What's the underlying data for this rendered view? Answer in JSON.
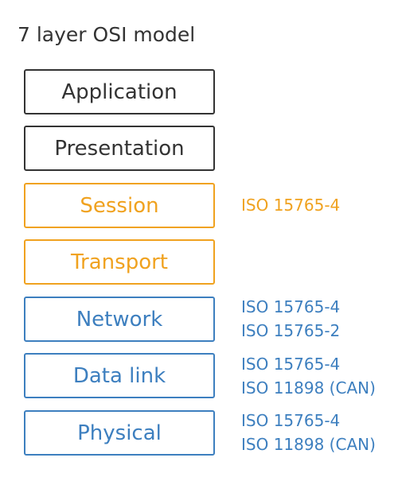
{
  "title": "7 layer OSI model",
  "colors": {
    "dark": "#333333",
    "orange": "#f0a21f",
    "blue": "#3d7fbf"
  },
  "layers": [
    {
      "name": "Application",
      "standards": []
    },
    {
      "name": "Presentation",
      "standards": []
    },
    {
      "name": "Session",
      "standards": [
        "ISO 15765-4"
      ]
    },
    {
      "name": "Transport",
      "standards": []
    },
    {
      "name": "Network",
      "standards": [
        "ISO 15765-4",
        "ISO 15765-2"
      ]
    },
    {
      "name": "Data link",
      "standards": [
        "ISO 15765-4",
        "ISO 11898 (CAN)"
      ]
    },
    {
      "name": "Physical",
      "standards": [
        "ISO 15765-4",
        "ISO 11898 (CAN)"
      ]
    }
  ]
}
